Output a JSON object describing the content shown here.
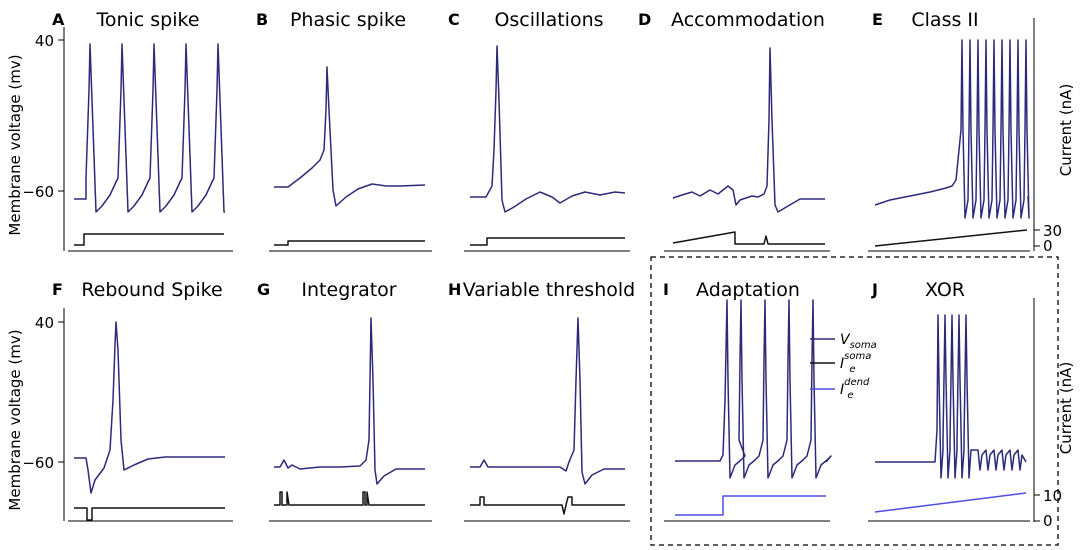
{
  "figure": {
    "ylabel_left": "Membrane voltage (mv)",
    "ylabel_right": "Current (nA)",
    "colors": {
      "v_soma": "#2d2a7a",
      "i_soma": "#111111",
      "i_dend": "#4d4de6"
    },
    "legend": {
      "v_soma": {
        "base": "V",
        "sub": "soma"
      },
      "i_soma": {
        "base": "I",
        "sup": "soma",
        "sub": "e"
      },
      "i_dend": {
        "base": "I",
        "sup": "dend",
        "sub": "e"
      }
    }
  },
  "chart_data": [
    {
      "type": "line",
      "letter": "A",
      "title": "Tonic spike",
      "ytick_labels": [
        "40",
        "−60"
      ],
      "ylim_voltage": [
        -80,
        40
      ],
      "spike_count": 5,
      "stimulus": "step"
    },
    {
      "type": "line",
      "letter": "B",
      "title": "Phasic spike",
      "spike_count": 1,
      "stimulus": "step"
    },
    {
      "type": "line",
      "letter": "C",
      "title": "Oscillations",
      "spike_count": 1,
      "stimulus": "step"
    },
    {
      "type": "line",
      "letter": "D",
      "title": "Accommodation",
      "spike_count": 1,
      "stimulus": "ramp then pulse"
    },
    {
      "type": "line",
      "letter": "E",
      "title": "Class II",
      "spike_count": 10,
      "stimulus": "ramp",
      "current_tick_labels": [
        "30",
        "0"
      ]
    },
    {
      "type": "line",
      "letter": "F",
      "title": "Rebound Spike",
      "ytick_labels": [
        "40",
        "−60"
      ],
      "spike_count": 1,
      "stimulus": "negative pulse"
    },
    {
      "type": "line",
      "letter": "G",
      "title": "Integrator",
      "spike_count": 1,
      "stimulus": "paired pulses"
    },
    {
      "type": "line",
      "letter": "H",
      "title": "Variable threshold",
      "spike_count": 1,
      "stimulus": "pulses"
    },
    {
      "type": "line",
      "letter": "I",
      "title": "Adaptation",
      "spike_count": 5,
      "stimulus": "dendritic step"
    },
    {
      "type": "line",
      "letter": "J",
      "title": "XOR",
      "spike_count": 5,
      "stimulus": "dendritic ramp",
      "current_tick_labels": [
        "10",
        "0"
      ]
    }
  ]
}
